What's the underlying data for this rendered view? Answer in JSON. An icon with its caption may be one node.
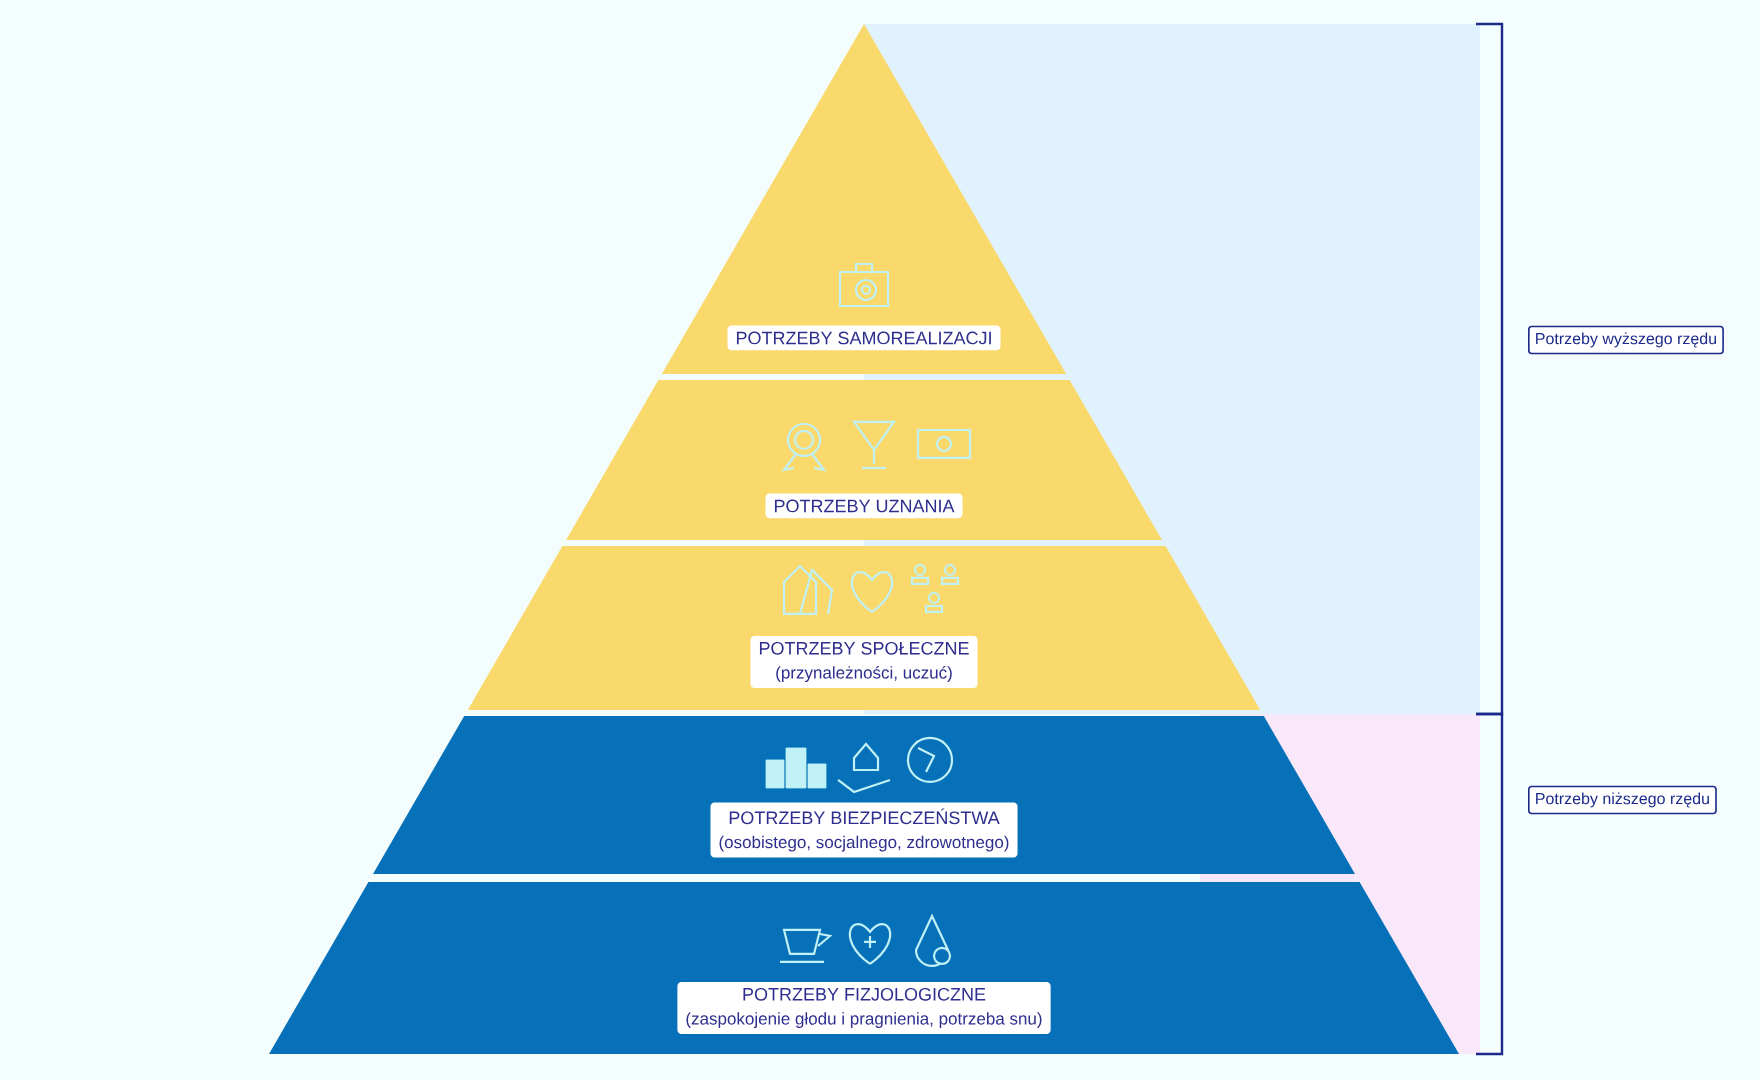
{
  "diagram": {
    "nodes": [
      {
        "text": [
          "POTRZEBY SAMOREALIZACJI"
        ]
      },
      {
        "text": [
          "POTRZEBY UZNANIA"
        ]
      },
      {
        "text": [
          "POTRZEBY SPOŁECZNE",
          "(przynależności, uczuć)"
        ]
      },
      {
        "text": [
          "POTRZEBY BIEZPIECZEŃSTWA",
          "(osobistego, socjalnego, zdrowotnego)"
        ]
      },
      {
        "text": [
          "POTRZEBY FIZJOLOGICZNE",
          "(zaspokojenie głodu i pragnienia, potrzeba snu)"
        ]
      },
      {
        "text": [
          "Potrzeby wyższego rzędu"
        ]
      },
      {
        "text": [
          "Potrzeby niższego rzędu"
        ]
      }
    ]
  }
}
